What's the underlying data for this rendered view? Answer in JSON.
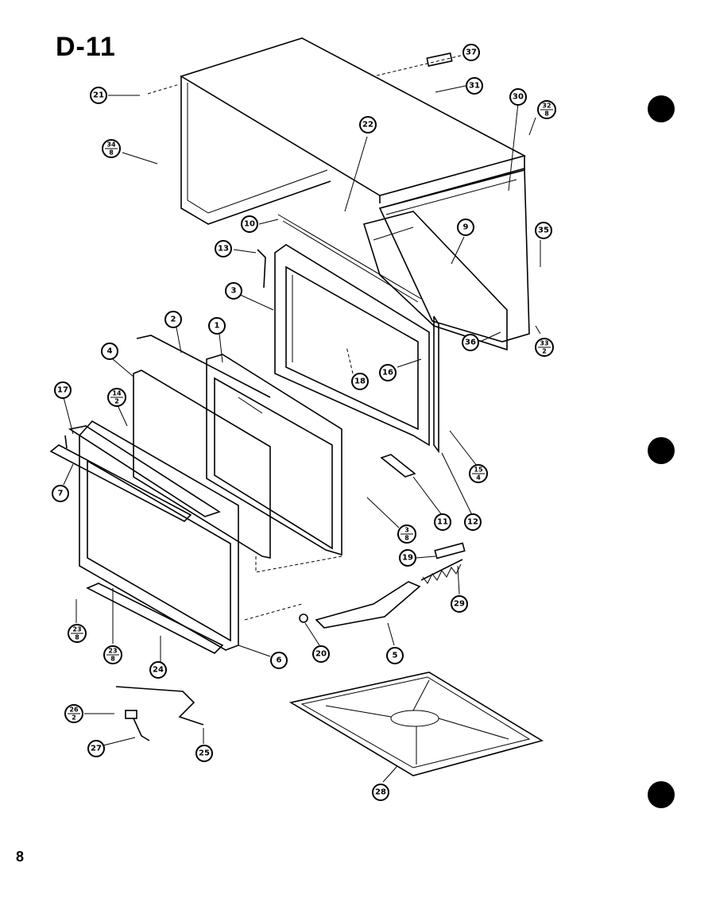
{
  "page": {
    "title": "D-11",
    "page_number": "8"
  },
  "callouts": [
    {
      "id": "c37",
      "label": "37"
    },
    {
      "id": "c31",
      "label": "31"
    },
    {
      "id": "c21",
      "label": "21"
    },
    {
      "id": "c30",
      "label": "30"
    },
    {
      "id": "c32",
      "label": "32",
      "sub": "8"
    },
    {
      "id": "c34",
      "label": "34",
      "sub": "8"
    },
    {
      "id": "c22",
      "label": "22"
    },
    {
      "id": "c10",
      "label": "10"
    },
    {
      "id": "c9",
      "label": "9"
    },
    {
      "id": "c35",
      "label": "35"
    },
    {
      "id": "c13",
      "label": "13"
    },
    {
      "id": "c3",
      "label": "3"
    },
    {
      "id": "c33",
      "label": "33",
      "sub": "2"
    },
    {
      "id": "c36",
      "label": "36"
    },
    {
      "id": "c2",
      "label": "2"
    },
    {
      "id": "c1",
      "label": "1"
    },
    {
      "id": "c18",
      "label": "18"
    },
    {
      "id": "c16",
      "label": "16"
    },
    {
      "id": "c4",
      "label": "4"
    },
    {
      "id": "c17",
      "label": "17"
    },
    {
      "id": "c14",
      "label": "14",
      "sub": "2"
    },
    {
      "id": "c15",
      "label": "15",
      "sub": "4"
    },
    {
      "id": "c7",
      "label": "7"
    },
    {
      "id": "c11",
      "label": "11"
    },
    {
      "id": "c12",
      "label": "12"
    },
    {
      "id": "c3b",
      "label": "3",
      "sub": "8"
    },
    {
      "id": "c19",
      "label": "19"
    },
    {
      "id": "c29",
      "label": "29"
    },
    {
      "id": "c23a",
      "label": "23",
      "sub": "8"
    },
    {
      "id": "c23b",
      "label": "23",
      "sub": "8"
    },
    {
      "id": "c20",
      "label": "20"
    },
    {
      "id": "c5",
      "label": "5"
    },
    {
      "id": "c6",
      "label": "6"
    },
    {
      "id": "c24",
      "label": "24"
    },
    {
      "id": "c26",
      "label": "26",
      "sub": "2"
    },
    {
      "id": "c27",
      "label": "27"
    },
    {
      "id": "c25",
      "label": "25"
    },
    {
      "id": "c28",
      "label": "28"
    }
  ],
  "marks": {
    "hole-top": "binder-hole",
    "hole-middle": "binder-hole",
    "hole-bottom": "binder-hole"
  }
}
